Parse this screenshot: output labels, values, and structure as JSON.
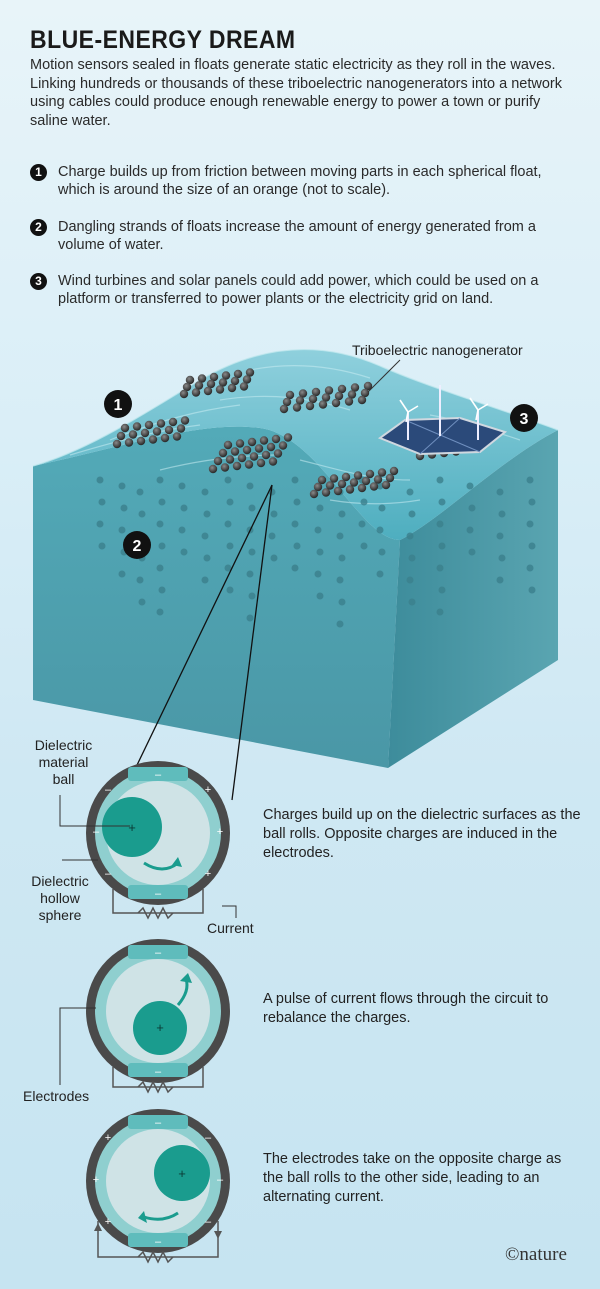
{
  "title": "BLUE-ENERGY DREAM",
  "intro": "Motion sensors sealed in floats generate static electricity as they roll in the waves. Linking hundreds or thousands of these triboelectric nanogenerators into a network using cables could produce enough renewable energy to power a town or purify saline water.",
  "points": [
    {
      "num": "1",
      "text": "Charge builds up from friction between moving parts in each spherical float, which is around the size of an orange (not to scale)."
    },
    {
      "num": "2",
      "text": "Dangling strands of floats increase the amount of energy generated from a volume of water."
    },
    {
      "num": "3",
      "text": "Wind turbines and solar panels could add power, which could be used on a platform or transferred to power plants or the electricity grid on land."
    }
  ],
  "callouts": {
    "teng": "Triboelectric nanogenerator",
    "badge1": "1",
    "badge2": "2",
    "badge3": "3"
  },
  "labels": {
    "dielectric_ball": "Dielectric material ball",
    "hollow_sphere": "Dielectric hollow sphere",
    "current": "Current",
    "electrodes": "Electrodes"
  },
  "stages": [
    {
      "text": "Charges build up on the dielectric surfaces as the ball rolls. Opposite charges are induced in the electrodes."
    },
    {
      "text": "A pulse of current flows through the circuit to rebalance the charges."
    },
    {
      "text": "The electrodes take on the opposite charge as the ball rolls to the other side, leading to an alternating current."
    }
  ],
  "credit": "©nature",
  "colors": {
    "water_top": "#5fb7c9",
    "water_side": "#3f9aa8",
    "ball": "#1a9c8e",
    "electrode": "#7fcfcf",
    "shell": "#4a4a4a"
  }
}
